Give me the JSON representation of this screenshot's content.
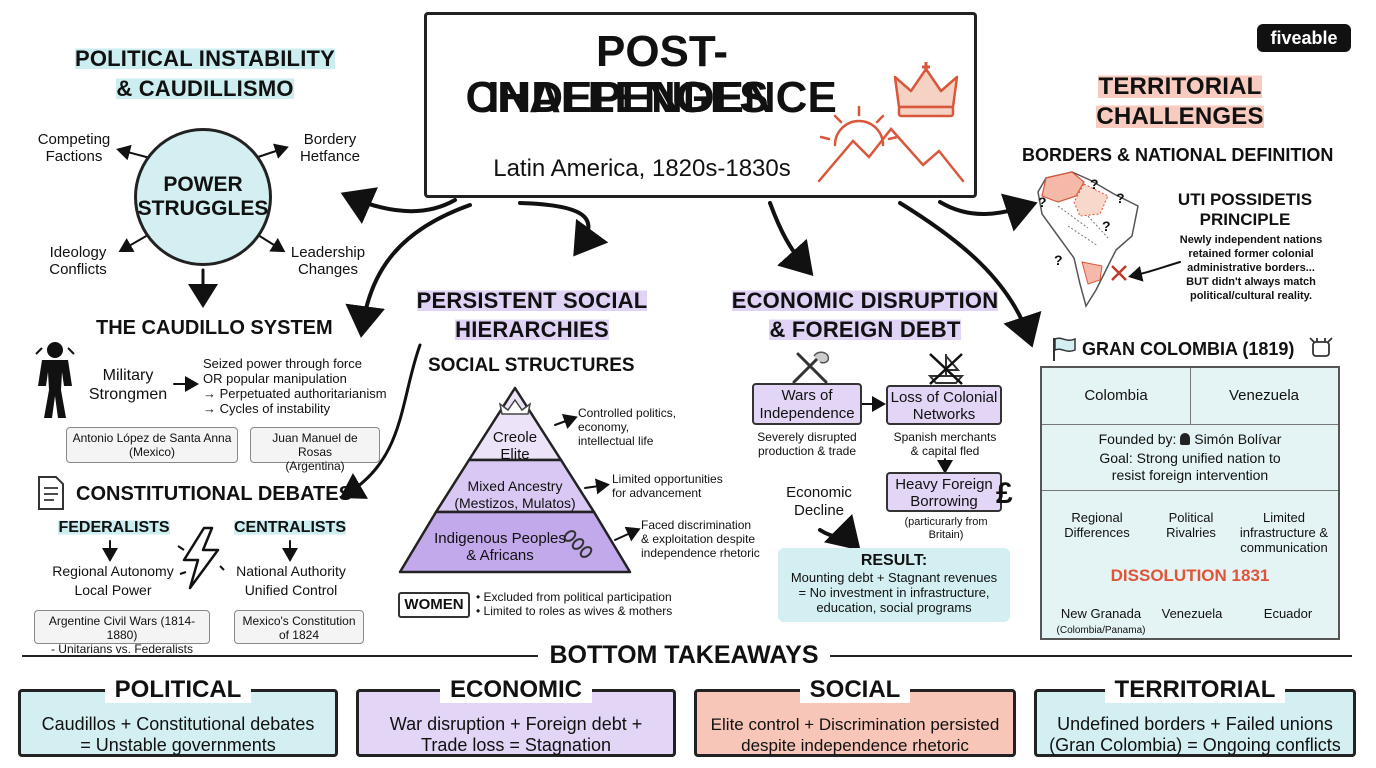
{
  "brand": "fiveable",
  "title": {
    "line1": "POST-INDEPENDENCE",
    "line2": "CHALLENGES",
    "subtitle": "Latin America, 1820s-1830s"
  },
  "political": {
    "heading_line1": "POLITICAL INSTABILITY",
    "heading_line2": "& CAUDILLISMO",
    "hub_line1": "POWER",
    "hub_line2": "STRUGGLES",
    "spokes": {
      "top_left": [
        "Competing",
        "Factions"
      ],
      "top_right": [
        "Bordery",
        "Hetfance"
      ],
      "bottom_left": [
        "Ideology",
        "Conflicts"
      ],
      "bottom_right": [
        "Leadership",
        "Changes"
      ]
    },
    "caudillo_heading": "THE CAUDILLO SYSTEM",
    "strongmen": [
      "Military",
      "Strongmen"
    ],
    "effects": [
      "Seized power through force",
      "OR popular manipulation",
      "→ Perpetuated authoritarianism",
      "→ Cycles of instability"
    ],
    "examples": [
      [
        "Antonio López de Santa Anna",
        "(Mexico)"
      ],
      [
        "Juan Manuel de Rosas",
        "(Argentina)"
      ]
    ],
    "constitutional_heading": "CONSTITUTIONAL DEBATES",
    "federalists": {
      "label": "FEDERALISTS",
      "lines": [
        "Regional Autonomy",
        "Local Power"
      ],
      "example": [
        "Argentine Civil Wars (1814-1880)",
        "- Unitarians vs. Federalists"
      ]
    },
    "centralists": {
      "label": "CENTRALISTS",
      "lines": [
        "National Authority",
        "Unified Control"
      ],
      "example": [
        "Mexico's Constitution",
        "of 1824"
      ]
    }
  },
  "social": {
    "heading_line1": "PERSISTENT SOCIAL",
    "heading_line2": "HIERARCHIES",
    "subheading": "SOCIAL STRUCTURES",
    "tiers": [
      {
        "label": [
          "Creole",
          "Elite"
        ],
        "note": [
          "Controlled politics,",
          "economy,",
          "intellectual life"
        ]
      },
      {
        "label": [
          "Mixed Ancestry",
          "(Mestizos, Mulatos)"
        ],
        "note": [
          "Limited opportunities",
          "for advancement"
        ]
      },
      {
        "label": [
          "Indigenous Peoples",
          "& Africans"
        ],
        "note": [
          "Faced discrimination",
          "& exploitation despite",
          "independence rhetoric"
        ]
      }
    ],
    "women_label": "WOMEN",
    "women_notes": [
      "• Excluded from political participation",
      "• Limited to roles as wives & mothers"
    ]
  },
  "economic": {
    "heading_line1": "ECONOMIC DISRUPTION",
    "heading_line2": "& FOREIGN DEBT",
    "wars": [
      "Wars of",
      "Independence"
    ],
    "wars_note": [
      "Severely disrupted",
      "production & trade"
    ],
    "loss": [
      "Loss of Colonial",
      "Networks"
    ],
    "loss_note": [
      "Spanish merchants",
      "& capital fled"
    ],
    "decline": [
      "Economic",
      "Decline"
    ],
    "borrowing": [
      "Heavy Foreign",
      "Borrowing"
    ],
    "borrowing_note": [
      "(particurarly from",
      "Britain)"
    ],
    "currency_symbol": "£",
    "result_label": "RESULT:",
    "result_lines": [
      "Mounting debt + Stagnant revenues",
      "= No investment in infrastructure,",
      "education, social programs"
    ]
  },
  "territorial": {
    "heading_line1": "TERRITORIAL",
    "heading_line2": "CHALLENGES",
    "subheading": "BORDERS & NATIONAL DEFINITION",
    "uti_line1": "UTI POSSIDETIS",
    "uti_line2": "PRINCIPLE",
    "uti_text": [
      "Newly independent nations",
      "retained former colonial",
      "administrative borders...",
      "BUT didn't always match",
      "political/cultural reality."
    ],
    "map_marks": [
      "?",
      "?",
      "?",
      "?",
      "?"
    ],
    "gc_title": "GRAN COLOMBIA (1819)",
    "gc_cells": [
      "Colombia",
      "Venezuela"
    ],
    "founded_label": "Founded by:",
    "founded_name": "Simón Bolívar",
    "goal": [
      "Goal: Strong unified nation to",
      "resist foreign intervention"
    ],
    "factors": [
      [
        "Regional",
        "Differences"
      ],
      [
        "Political",
        "Rivalries"
      ],
      [
        "Limited",
        "infrastructure &",
        "communication"
      ]
    ],
    "dissolution": "DISSOLUTION 1831",
    "successors": [
      [
        "New Granada",
        "(Colombia/Panama)"
      ],
      [
        "Venezuela"
      ],
      [
        "Ecuador"
      ]
    ]
  },
  "takeaways": {
    "heading": "BOTTOM TAKEAWAYS",
    "items": [
      {
        "label": "POLITICAL",
        "lines": [
          "Caudillos + Constitutional debates",
          "= Unstable governments"
        ],
        "color": "#d3eff1"
      },
      {
        "label": "ECONOMIC",
        "lines": [
          "War disruption + Foreign debt +",
          "Trade loss = Stagnation"
        ],
        "color": "#e2d5f6"
      },
      {
        "label": "SOCIAL",
        "lines": [
          "Elite control + Discrimination persisted",
          "despite independence rhetoric"
        ],
        "color": "#f7c6b8"
      },
      {
        "label": "TERRITORIAL",
        "lines": [
          "Undefined borders + Failed unions",
          "(Gran Colombia) = Ongoing conflicts"
        ],
        "color": "#d3eff1"
      }
    ]
  },
  "colors": {
    "teal": "#cdeef0",
    "purple": "#e0d3f5",
    "red": "#f7cbbf",
    "dissolution": "#e0553a",
    "gc_bg": "#e4f3f3"
  }
}
